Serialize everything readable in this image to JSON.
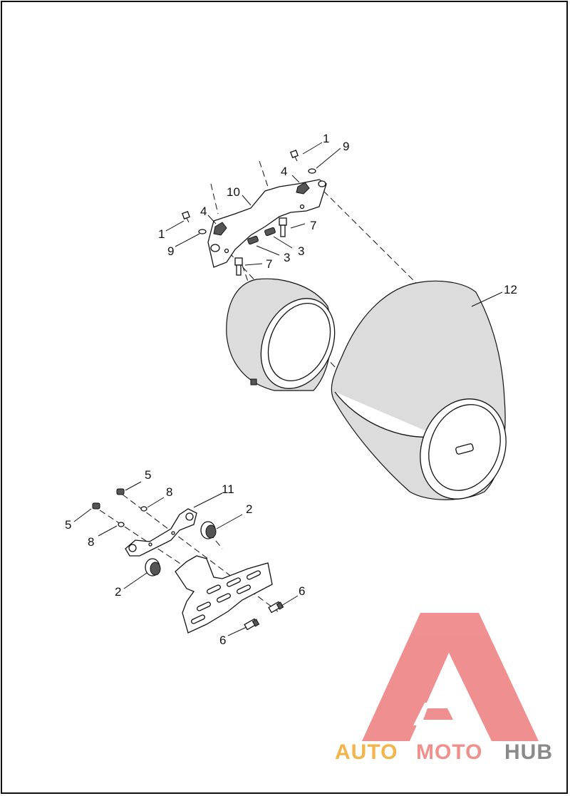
{
  "diagram": {
    "callouts": {
      "c1a": "1",
      "c1b": "1",
      "c2a": "2",
      "c2b": "2",
      "c3a": "3",
      "c3b": "3",
      "c4a": "4",
      "c4b": "4",
      "c5a": "5",
      "c5b": "5",
      "c6a": "6",
      "c6b": "6",
      "c7a": "7",
      "c7b": "7",
      "c8a": "8",
      "c8b": "8",
      "c9a": "9",
      "c9b": "9",
      "c10": "10",
      "c11": "11",
      "c12": "12"
    }
  },
  "watermark": {
    "brand_part1": "AUTO",
    "brand_part2": "MOTO",
    "brand_part3": "HUB",
    "colors": {
      "auto": "#f3b44a",
      "moto": "#f0908c",
      "hub": "#8a8a8a",
      "logo": "#f08a8a"
    }
  }
}
